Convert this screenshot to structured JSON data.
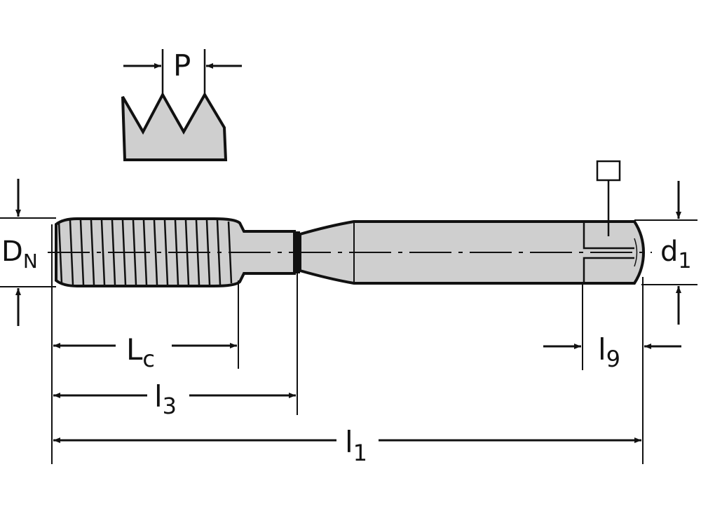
{
  "diagram": {
    "type": "technical-drawing",
    "subject": "machine tap with threaded section, neck, shank and square drive",
    "colors": {
      "line": "#111111",
      "fill": "#cfcfcf",
      "background": "#ffffff"
    },
    "labels": {
      "pitch": {
        "main": "P",
        "sub": ""
      },
      "nominal_diameter": {
        "main": "D",
        "sub": "N"
      },
      "shank_diameter": {
        "main": "d",
        "sub": "1"
      },
      "chamfer_length": {
        "main": "L",
        "sub": "c"
      },
      "neck_length": {
        "main": "l",
        "sub": "3"
      },
      "square_length": {
        "main": "l",
        "sub": "9"
      },
      "overall_length": {
        "main": "l",
        "sub": "1"
      }
    },
    "symbols": {
      "square_drive": "square-symbol"
    }
  }
}
